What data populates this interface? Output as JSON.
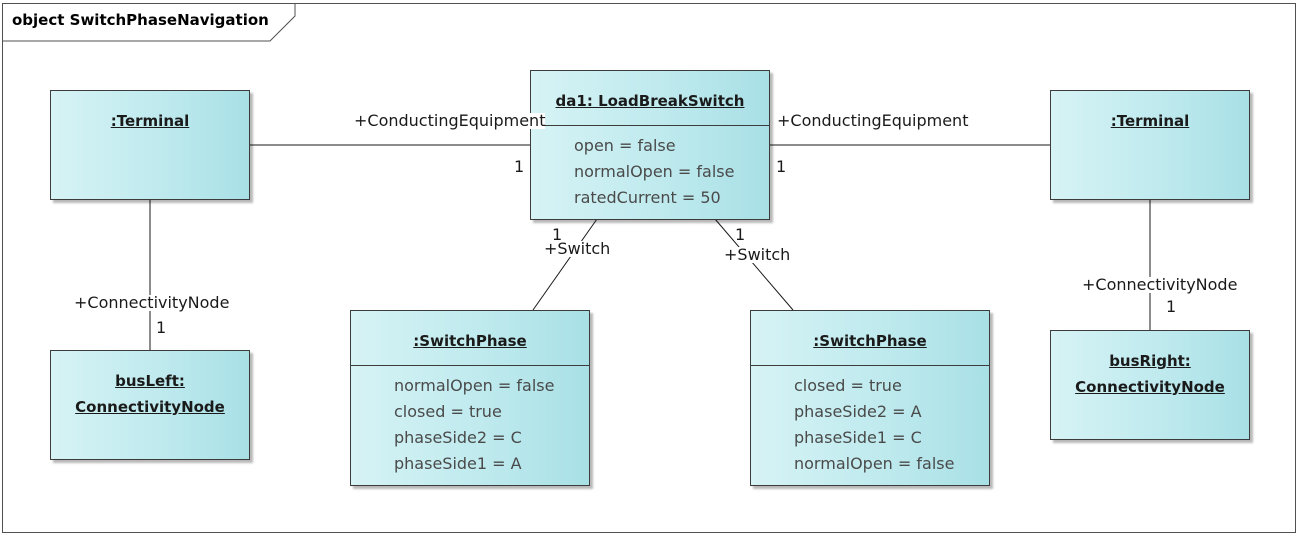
{
  "frame": {
    "label": "object SwitchPhaseNavigation"
  },
  "objects": {
    "terminal_left": {
      "title": ":Terminal"
    },
    "terminal_right": {
      "title": ":Terminal"
    },
    "load_break_switch": {
      "title": "da1: LoadBreakSwitch",
      "attributes": [
        "open = false",
        "normalOpen = false",
        "ratedCurrent = 50"
      ]
    },
    "bus_left": {
      "title_line1": "busLeft:",
      "title_line2": "ConnectivityNode"
    },
    "bus_right": {
      "title_line1": "busRight:",
      "title_line2": "ConnectivityNode"
    },
    "switch_phase_left": {
      "title": ":SwitchPhase",
      "attributes": [
        "normalOpen = false",
        "closed = true",
        "phaseSide2 = C",
        "phaseSide1 = A"
      ]
    },
    "switch_phase_right": {
      "title": ":SwitchPhase",
      "attributes": [
        "closed = true",
        "phaseSide2 = A",
        "phaseSide1 = C",
        "normalOpen = false"
      ]
    }
  },
  "links": {
    "left_equipment_role": "+ConductingEquipment",
    "left_equipment_mult": "1",
    "right_equipment_role": "+ConductingEquipment",
    "right_equipment_mult": "1",
    "left_node_role": "+ConnectivityNode",
    "left_node_mult": "1",
    "right_node_role": "+ConnectivityNode",
    "right_node_mult": "1",
    "left_switch_role": "+Switch",
    "left_switch_mult": "1",
    "right_switch_role": "+Switch",
    "right_switch_mult": "1"
  },
  "colors": {
    "box_fill_light": "#d6f3f5",
    "box_fill_dark": "#a8e0e6",
    "border": "#3c3c3c"
  }
}
